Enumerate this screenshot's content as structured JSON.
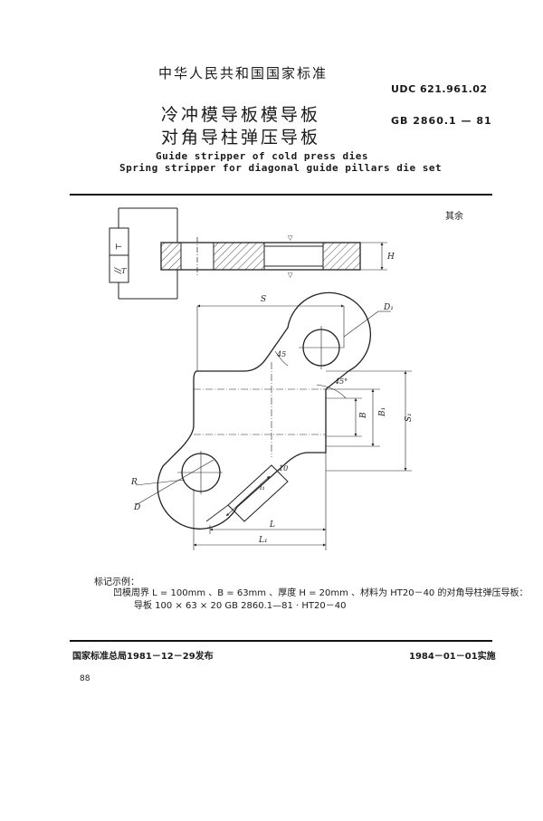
{
  "header": {
    "standard_title": "中华人民共和国国家标准",
    "udc": "UDC 621.961.02",
    "gb": "GB 2860.1 — 81"
  },
  "title": {
    "cn_line1": "冷冲模导板模导板",
    "cn_line2": "对角导柱弹压导板",
    "en_line1": "Guide stripper of cold press dies",
    "en_line2": "Spring stripper for diagonal guide pillars die set"
  },
  "note_others": "其余",
  "drawing": {
    "labels": {
      "S": "S",
      "S1": "S₁",
      "L": "L",
      "L1": "L₁",
      "B": "B",
      "B1": "B₁",
      "H": "H",
      "D": "D",
      "D1": "D₁",
      "R": "R",
      "l1": "l₁",
      "dim_10": "10",
      "angle_45a": "45",
      "angle_45b": "45°",
      "tol_perp": "⊥",
      "tol_parallel": "//",
      "datum_T": "T"
    }
  },
  "example": {
    "label": "标记示例：",
    "text": "凹模周界 L = 100mm 、B = 63mm 、厚度 H = 20mm 、材料为 HT20－40 的对角导柱弹压导板：",
    "mark": "导板   100 × 63 × 20   GB  2860.1—81 · HT20－40"
  },
  "footer": {
    "published": "国家标准总局1981－12－29发布",
    "implemented": "1984－01－01实施",
    "page_number": "88"
  }
}
